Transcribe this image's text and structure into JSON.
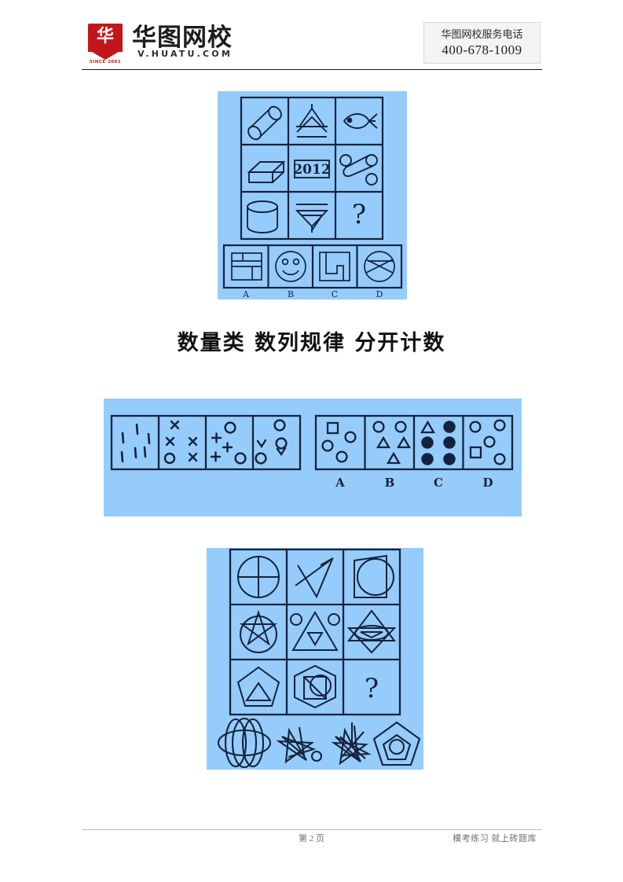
{
  "header": {
    "logo": {
      "shield_glyph": "华",
      "since_text": "SINCE 2001",
      "wordmark_cn": "华图网校",
      "wordmark_en": "V.HUATU.COM",
      "brand_color": "#c3161c"
    },
    "phone_box": {
      "label": "华图网校服务电话",
      "number": "400-678-1009"
    }
  },
  "heading": {
    "text": "数量类 数列规律 分开计数"
  },
  "figures": {
    "background_color": "#96ccfb",
    "stroke_color": "#14233d",
    "figure1": {
      "name": "three-by-three-matrix-with-options",
      "matrix_cells": [
        {
          "position": "r1c1",
          "description": "diagonal cylinder / rolled tube"
        },
        {
          "position": "r1c2",
          "description": "umbrella or pagoda roof with base line"
        },
        {
          "position": "r1c3",
          "description": "fish with eye and tail fin"
        },
        {
          "position": "r2c1",
          "description": "3D rectangular box"
        },
        {
          "position": "r2c2",
          "description": "number 2012 inside a rectangle",
          "label": "2012"
        },
        {
          "position": "r2c3",
          "description": "diagonal bar with three circles"
        },
        {
          "position": "r3c1",
          "description": "upright cylinder"
        },
        {
          "position": "r3c2",
          "description": "stacked downward arrow with top bar"
        },
        {
          "position": "r3c3",
          "description": "question mark placeholder",
          "label": "?"
        }
      ],
      "options": [
        {
          "letter": "A",
          "description": "rectangle divided by internal lines"
        },
        {
          "letter": "B",
          "description": "smiley face with two eyes and smile"
        },
        {
          "letter": "C",
          "description": "square with inner zigzag step line"
        },
        {
          "letter": "D",
          "description": "circle crossed by X lines and a chord"
        }
      ]
    },
    "figure2": {
      "name": "four-panel-count-sequence-with-options",
      "sequence_panels": [
        {
          "index": 1,
          "description": "six short vertical strokes",
          "counts": {
            "strokes": 6
          }
        },
        {
          "index": 2,
          "description": "four x marks and one circle",
          "counts": {
            "x": 4,
            "circle": 1
          }
        },
        {
          "index": 3,
          "description": "three plus signs and two circles",
          "counts": {
            "plus": 3,
            "circle": 2
          }
        },
        {
          "index": 4,
          "description": "three circles and two v marks",
          "counts": {
            "circle": 3,
            "v": 2
          }
        }
      ],
      "options": [
        {
          "letter": "A",
          "description": "one square and three circles",
          "counts": {
            "square": 1,
            "circle": 3
          }
        },
        {
          "letter": "B",
          "description": "two circles and three triangles",
          "counts": {
            "circle": 2,
            "triangle": 3
          }
        },
        {
          "letter": "C",
          "description": "one outlined triangle and five filled circles",
          "counts": {
            "triangle": 1,
            "filled_circle": 5
          }
        },
        {
          "letter": "D",
          "description": "four circles and one square",
          "counts": {
            "circle": 4,
            "square": 1
          }
        }
      ]
    },
    "figure3": {
      "name": "three-by-three-line-intersection-matrix-with-options",
      "matrix_cells": [
        {
          "position": "r1c1",
          "description": "circle with vertical and horizontal diameters"
        },
        {
          "position": "r1c2",
          "description": "open V crossed by a diagonal line"
        },
        {
          "position": "r1c3",
          "description": "square overlapping a circle"
        },
        {
          "position": "r2c1",
          "description": "five pointed star inscribed in a circle"
        },
        {
          "position": "r2c2",
          "description": "triangle with two circles above and inverted triangle inside"
        },
        {
          "position": "r2c3",
          "description": "two overlapping triangles with an ellipse"
        },
        {
          "position": "r3c1",
          "description": "pentagon containing a triangle"
        },
        {
          "position": "r3c2",
          "description": "hexagon containing a square and a circle"
        },
        {
          "position": "r3c3",
          "description": "question mark placeholder",
          "label": "?"
        }
      ],
      "options": [
        {
          "letter": "A",
          "description": "three overlapping ellipses rosette"
        },
        {
          "letter": "B",
          "description": "overlapping stars with a small circle"
        },
        {
          "letter": "C",
          "description": "dense overlapping star lines"
        },
        {
          "letter": "D",
          "description": "pentagon with nested pentagon and circle"
        }
      ]
    }
  },
  "footer": {
    "page_label": "第 2 页",
    "slogan": "模考练习 就上砖题库"
  }
}
